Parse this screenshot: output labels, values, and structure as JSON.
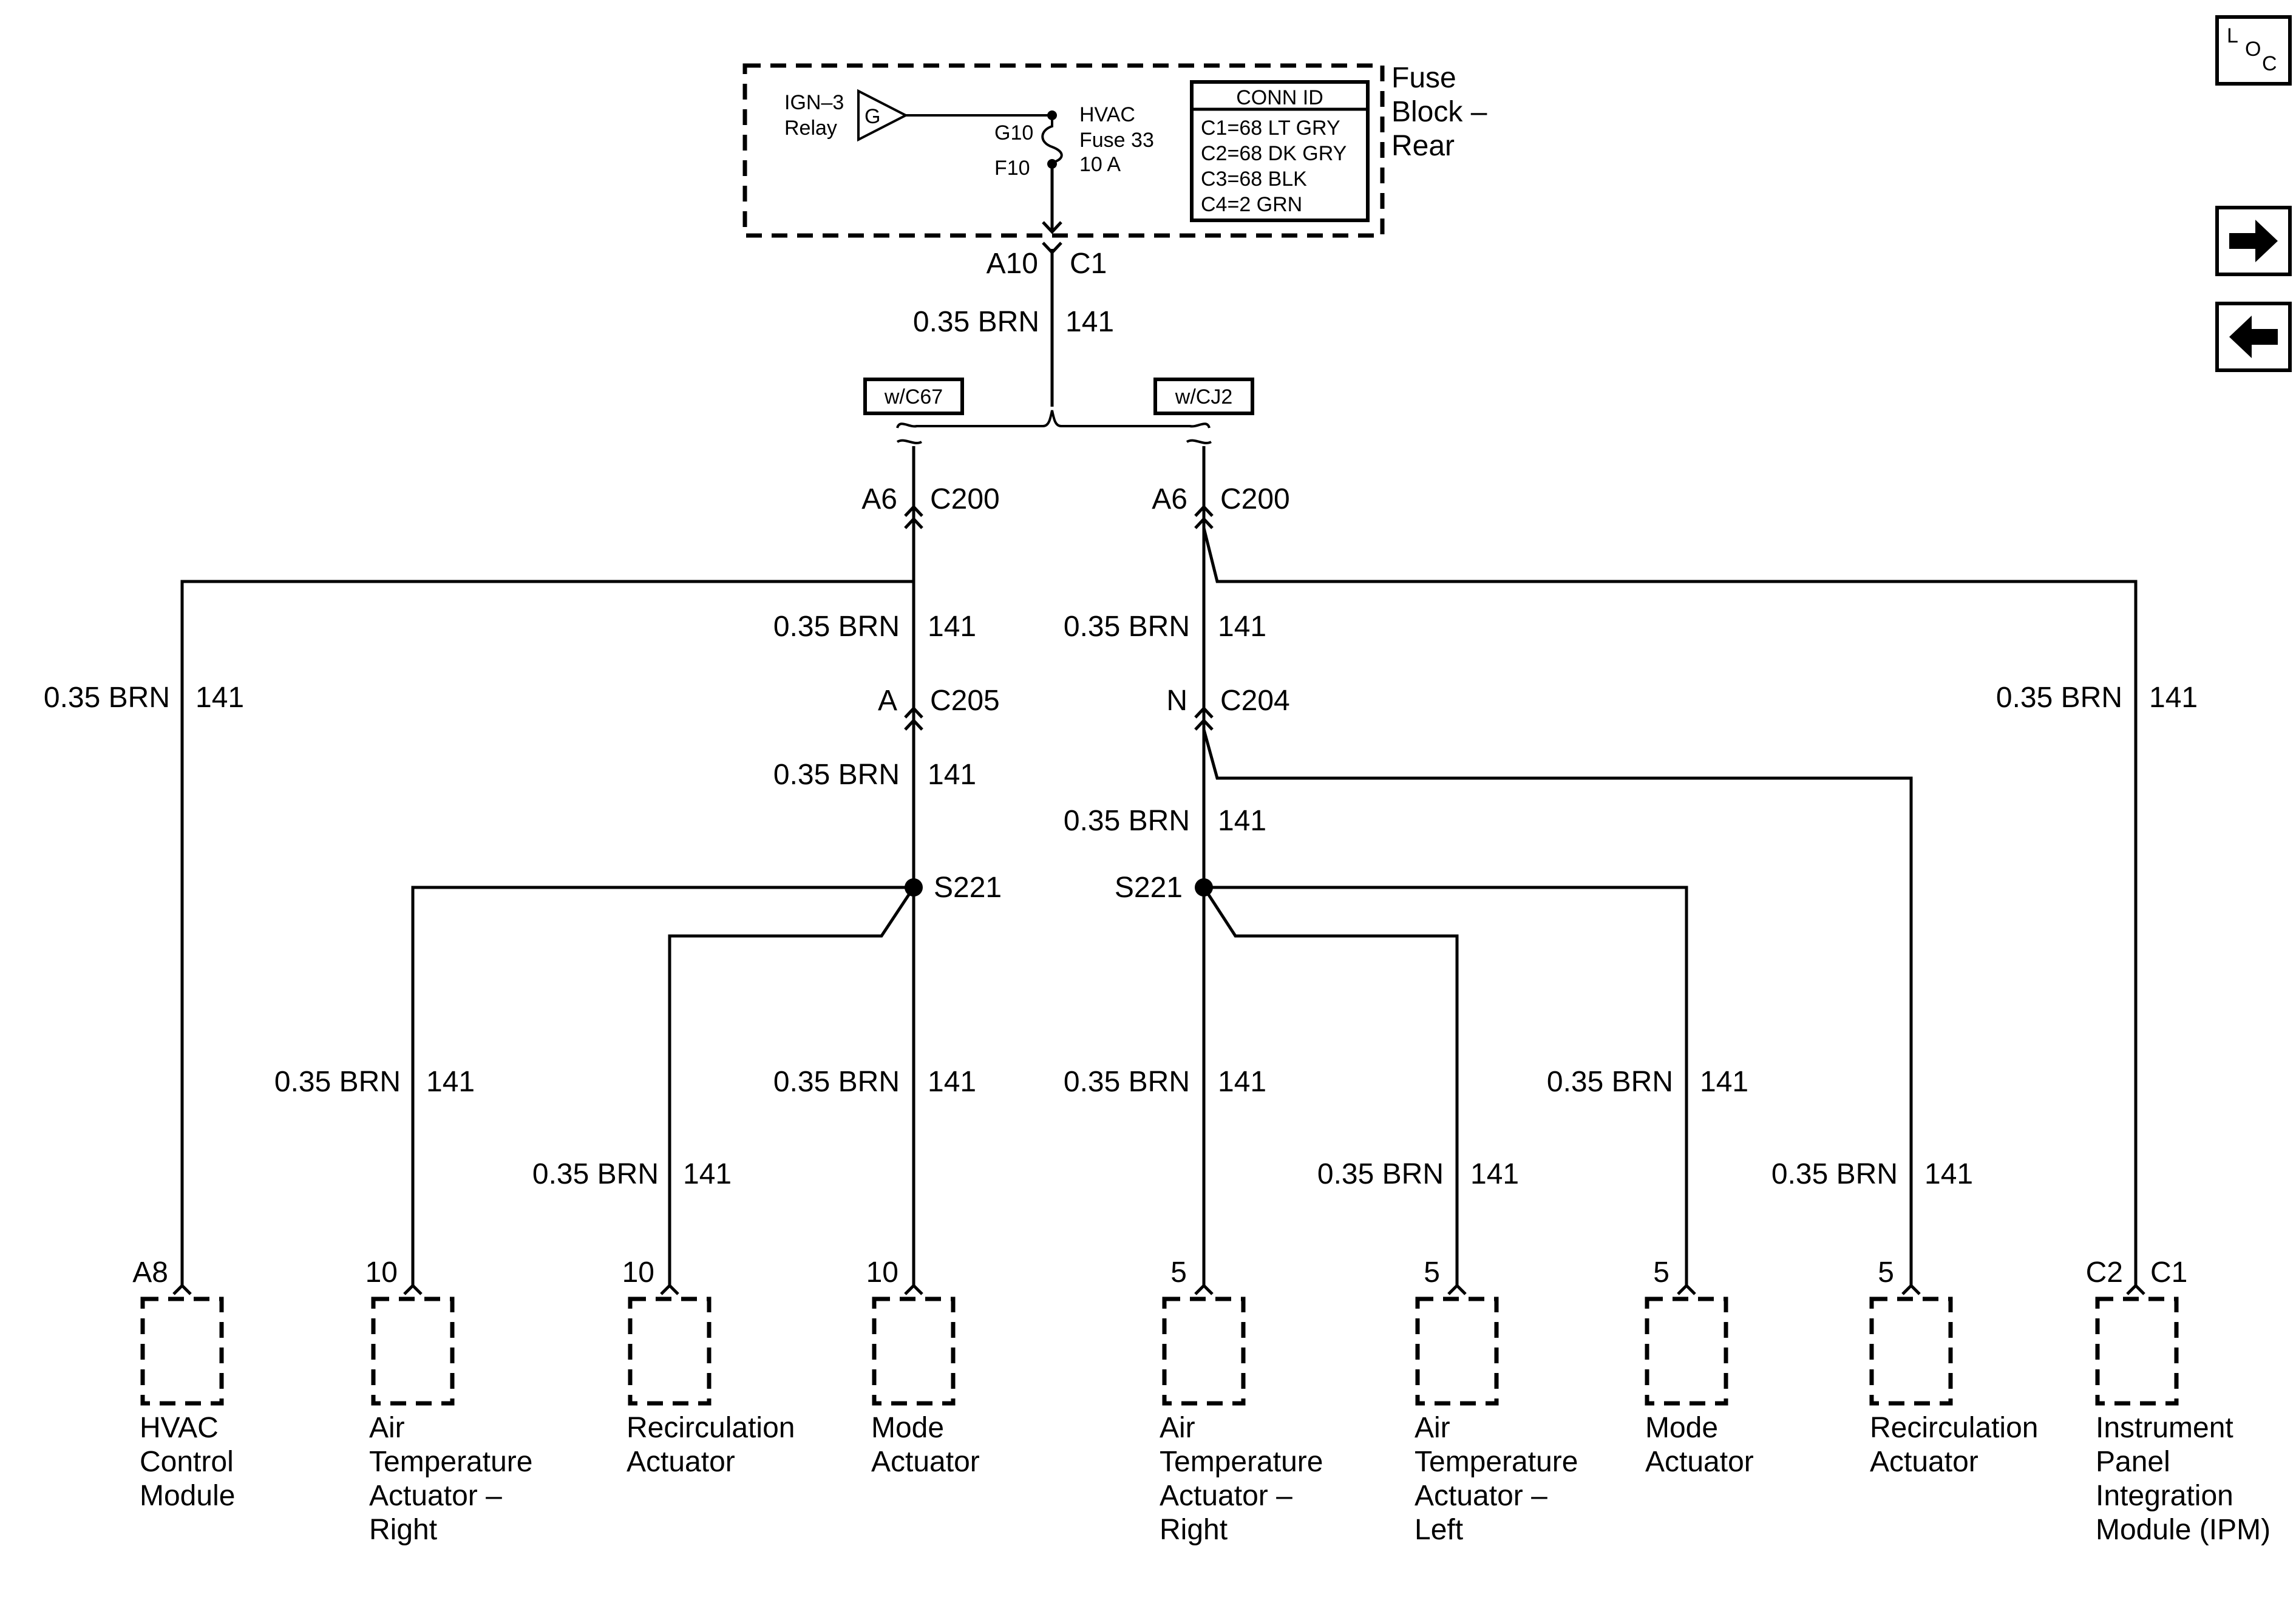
{
  "fuse_block": {
    "title_lines": [
      "Fuse",
      "Block –",
      "Rear"
    ],
    "relay_lines": [
      "IGN–3",
      "Relay"
    ],
    "relay_symbol": "G",
    "fuse_pins": [
      "G10",
      "F10"
    ],
    "fuse_lines": [
      "HVAC",
      "Fuse 33",
      "10 A"
    ],
    "conn_id": {
      "header": "CONN ID",
      "rows": [
        "C1=68 LT GRY",
        "C2=68 DK GRY",
        "C3=68 BLK",
        "C4=2 GRN"
      ]
    }
  },
  "top_connector": {
    "pin": "A10",
    "conn": "C1"
  },
  "top_wire": {
    "gauge": "0.35 BRN",
    "circuit": "141"
  },
  "options": {
    "left": "w/C67",
    "right": "w/CJ2"
  },
  "left_branch": {
    "c200": {
      "pin": "A6",
      "conn": "C200"
    },
    "c205": {
      "pin": "A",
      "conn": "C205"
    },
    "splice": "S221"
  },
  "right_branch": {
    "c200": {
      "pin": "A6",
      "conn": "C200"
    },
    "c204": {
      "pin": "N",
      "conn": "C204"
    },
    "splice": "S221"
  },
  "wire_gauge": "0.35 BRN",
  "wire_circuit": "141",
  "components": [
    {
      "pin": "A8",
      "lines": [
        "HVAC",
        "Control",
        "Module"
      ]
    },
    {
      "pin": "10",
      "lines": [
        "Air",
        "Temperature",
        "Actuator –",
        "Right"
      ]
    },
    {
      "pin": "10",
      "lines": [
        "Recirculation",
        "Actuator"
      ]
    },
    {
      "pin": "10",
      "lines": [
        "Mode",
        "Actuator"
      ]
    },
    {
      "pin": "5",
      "lines": [
        "Air",
        "Temperature",
        "Actuator –",
        "Right"
      ]
    },
    {
      "pin": "5",
      "lines": [
        "Air",
        "Temperature",
        "Actuator –",
        "Left"
      ]
    },
    {
      "pin": "5",
      "lines": [
        "Mode",
        "Actuator"
      ]
    },
    {
      "pin": "5",
      "lines": [
        "Recirculation",
        "Actuator"
      ]
    },
    {
      "pin": "C2",
      "pin2": "C1",
      "lines": [
        "Instrument",
        "Panel",
        "Integration",
        "Module (IPM)"
      ]
    }
  ],
  "nav": {
    "loc": {
      "l": "L",
      "o": "O",
      "c": "C"
    },
    "forward_icon": "arrow-right-icon",
    "back_icon": "arrow-left-icon"
  }
}
